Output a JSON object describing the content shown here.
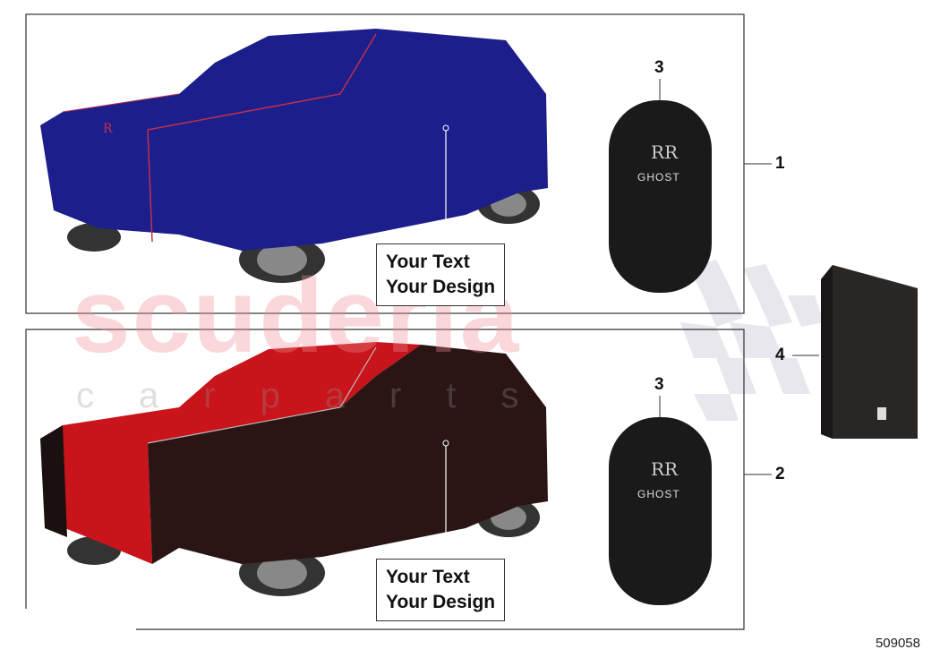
{
  "callouts": {
    "item1": "1",
    "item2": "2",
    "item3a": "3",
    "item3b": "3",
    "item4": "4"
  },
  "top_panel": {
    "cover_color": "#1c1e8c",
    "piping_color": "#c0304a",
    "text_line1": "Your Text",
    "text_line2": "Your Design"
  },
  "bottom_panel": {
    "cover_colors": [
      "#c8141a",
      "#2a1414"
    ],
    "text_line1": "Your Text",
    "text_line2": "Your Design"
  },
  "bag": {
    "logo": "RR",
    "label": "GHOST",
    "color": "#1a1a1a"
  },
  "watermark": {
    "line1": "scuderia",
    "line2": "carparts"
  },
  "diagram_number": "509058"
}
